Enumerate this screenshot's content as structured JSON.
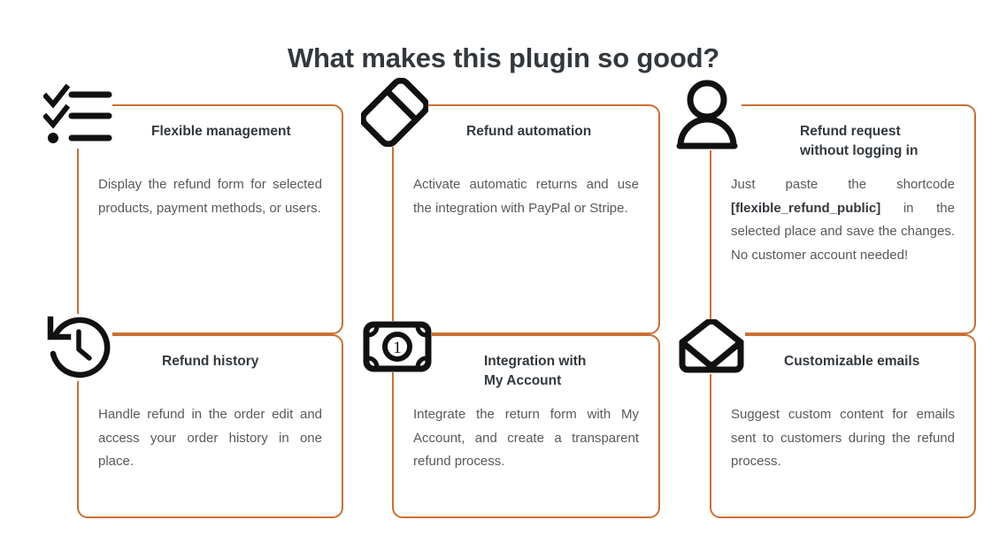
{
  "heading": "What makes this plugin so good?",
  "theme": {
    "accent": "#cc6f33",
    "title_color": "#33383d",
    "body_color": "#56595c",
    "icon_color": "#111111",
    "background": "#ffffff"
  },
  "cards": [
    {
      "id": "flexible-management",
      "icon": "checklist-icon",
      "title": "Flexible management",
      "description": "Display the refund form for selected products, payment methods, or users.",
      "description_html": "Display the refund form for selected products, payment methods, or users."
    },
    {
      "id": "refund-automation",
      "icon": "magic-wand-icon",
      "title": "Refund automation",
      "description": "Activate automatic returns and use the integration with PayPal or Stripe.",
      "description_html": "Activate automatic returns and use the integration with PayPal or Stripe."
    },
    {
      "id": "refund-request-without-logging-in",
      "icon": "user-icon",
      "title": "Refund request without logging in",
      "description": "Just paste the shortcode [flexible_refund_public] in the selected place and save the changes. No customer account needed!",
      "description_html": "Just paste the shortcode <b>[flexible_refund_public]</b> in the selected place and save the changes. No customer account needed!",
      "shortcode": "[flexible_refund_public]"
    },
    {
      "id": "refund-history",
      "icon": "history-clock-icon",
      "title": "Refund history",
      "description": "Handle refund in the order edit and access your order history in one place.",
      "description_html": "Handle refund in the order edit and access your order history in one place."
    },
    {
      "id": "integration-with-my-account",
      "icon": "banknote-icon",
      "title": "Integration with My Account",
      "description": "Integrate the return form with My Account, and create a transparent refund process.",
      "description_html": "Integrate the return form with My Account, and create a transparent refund process."
    },
    {
      "id": "customizable-emails",
      "icon": "open-envelope-icon",
      "title": "Customizable emails",
      "description": "Suggest custom content for emails sent to customers during the refund process.",
      "description_html": "Suggest custom content for emails sent to customers during the refund process."
    }
  ]
}
